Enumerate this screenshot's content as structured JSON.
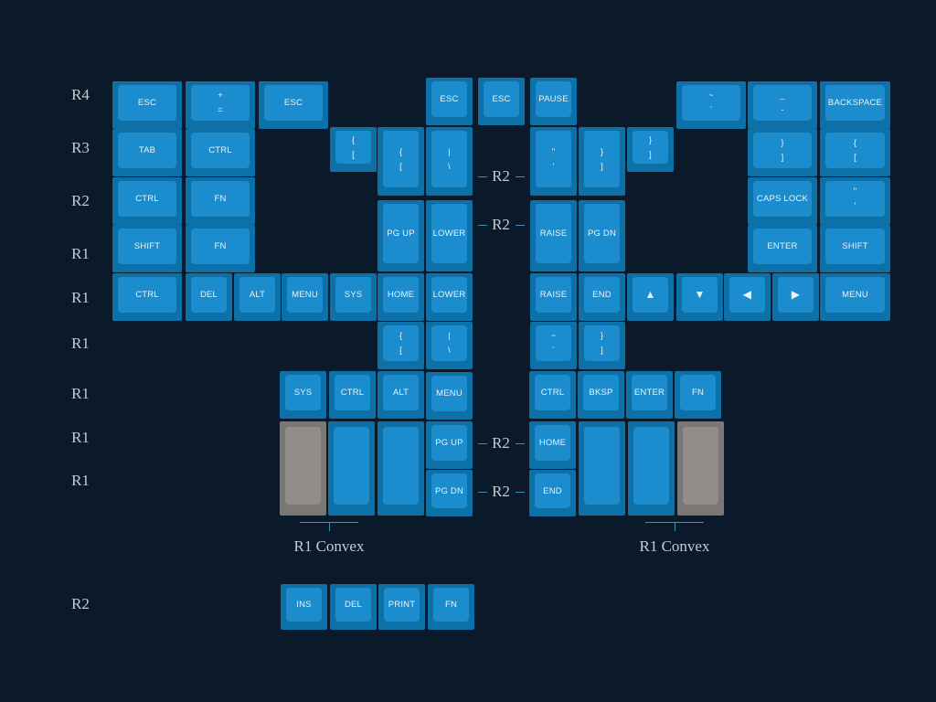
{
  "row_labels": [
    "R4",
    "R3",
    "R2",
    "R1",
    "R1",
    "R1",
    "R1",
    "R1",
    "R1",
    "R2"
  ],
  "mid_labels": [
    "R2",
    "R2",
    "R2",
    "R2"
  ],
  "convex_labels": [
    "R1 Convex",
    "R1 Convex"
  ],
  "keys": [
    {
      "id": "r4-esc-1",
      "l1": "ESC"
    },
    {
      "id": "r4-plus",
      "l1": "+",
      "l2": "="
    },
    {
      "id": "r4-esc-2",
      "l1": "ESC"
    },
    {
      "id": "r4-esc-3",
      "l1": "ESC"
    },
    {
      "id": "r4-esc-4",
      "l1": "ESC"
    },
    {
      "id": "r4-pause",
      "l1": "PAUSE"
    },
    {
      "id": "r4-tilde",
      "l1": "~",
      "l2": "`"
    },
    {
      "id": "r4-minus",
      "l1": "_",
      "l2": "-"
    },
    {
      "id": "r4-backspace",
      "l1": "BACKSPACE"
    },
    {
      "id": "r3-tab",
      "l1": "TAB"
    },
    {
      "id": "r3-ctrl",
      "l1": "CTRL"
    },
    {
      "id": "r3-lbrace-1",
      "l1": "{",
      "l2": "["
    },
    {
      "id": "r3-lbrace-2",
      "l1": "{",
      "l2": "["
    },
    {
      "id": "r3-pipe",
      "l1": "|",
      "l2": "\\"
    },
    {
      "id": "r3-quote",
      "l1": "\"",
      "l2": "'"
    },
    {
      "id": "r3-rbrace-1",
      "l1": "}",
      "l2": "]"
    },
    {
      "id": "r3-rbrace-2",
      "l1": "}",
      "l2": "]"
    },
    {
      "id": "r3-rbrace-3",
      "l1": "}",
      "l2": "]"
    },
    {
      "id": "r3-lbrace-3",
      "l1": "{",
      "l2": "["
    },
    {
      "id": "r2-ctrl",
      "l1": "CTRL"
    },
    {
      "id": "r2-fn",
      "l1": "FN"
    },
    {
      "id": "r2-caps",
      "l1": "CAPS LOCK"
    },
    {
      "id": "r2-quote",
      "l1": "\"",
      "l2": "'"
    },
    {
      "id": "r1a-shift-l",
      "l1": "SHIFT"
    },
    {
      "id": "r1a-fn",
      "l1": "FN"
    },
    {
      "id": "r1a-pgup",
      "l1": "PG UP"
    },
    {
      "id": "r1a-lower",
      "l1": "LOWER"
    },
    {
      "id": "r1a-raise",
      "l1": "RAISE"
    },
    {
      "id": "r1a-pgdn",
      "l1": "PG DN"
    },
    {
      "id": "r1a-enter",
      "l1": "ENTER"
    },
    {
      "id": "r1a-shift-r",
      "l1": "SHIFT"
    },
    {
      "id": "r1b-ctrl",
      "l1": "CTRL"
    },
    {
      "id": "r1b-del",
      "l1": "DEL"
    },
    {
      "id": "r1b-alt",
      "l1": "ALT"
    },
    {
      "id": "r1b-menu-l",
      "l1": "MENU"
    },
    {
      "id": "r1b-sys",
      "l1": "SYS"
    },
    {
      "id": "r1b-home",
      "l1": "HOME"
    },
    {
      "id": "r1b-lower",
      "l1": "LOWER"
    },
    {
      "id": "r1b-raise",
      "l1": "RAISE"
    },
    {
      "id": "r1b-end",
      "l1": "END"
    },
    {
      "id": "r1b-up",
      "l1": "▲",
      "arrow": true
    },
    {
      "id": "r1b-down",
      "l1": "▼",
      "arrow": true
    },
    {
      "id": "r1b-left",
      "l1": "◀",
      "arrow": true
    },
    {
      "id": "r1b-right",
      "l1": "▶",
      "arrow": true
    },
    {
      "id": "r1b-menu-r",
      "l1": "MENU"
    },
    {
      "id": "r1c-lbrace",
      "l1": "{",
      "l2": "["
    },
    {
      "id": "r1c-pipe",
      "l1": "|",
      "l2": "\\"
    },
    {
      "id": "r1c-tilde",
      "l1": "~",
      "l2": "`"
    },
    {
      "id": "r1c-rbrace",
      "l1": "}",
      "l2": "]"
    },
    {
      "id": "t1-sys",
      "l1": "SYS"
    },
    {
      "id": "t1-ctrl",
      "l1": "CTRL"
    },
    {
      "id": "t1-alt",
      "l1": "ALT"
    },
    {
      "id": "t1-menu",
      "l1": "MENU"
    },
    {
      "id": "t1-ctrl-r",
      "l1": "CTRL"
    },
    {
      "id": "t1-bksp",
      "l1": "BKSP"
    },
    {
      "id": "t1-enter",
      "l1": "ENTER"
    },
    {
      "id": "t1-fn",
      "l1": "FN"
    },
    {
      "id": "t2-grey-l",
      "l1": ""
    },
    {
      "id": "t2-blank-1",
      "l1": ""
    },
    {
      "id": "t2-blank-2",
      "l1": ""
    },
    {
      "id": "t2-pgup",
      "l1": "PG UP"
    },
    {
      "id": "t2-home",
      "l1": "HOME"
    },
    {
      "id": "t2-blank-3",
      "l1": ""
    },
    {
      "id": "t2-blank-4",
      "l1": ""
    },
    {
      "id": "t2-grey-r",
      "l1": ""
    },
    {
      "id": "t3-pgdn",
      "l1": "PG DN"
    },
    {
      "id": "t3-end",
      "l1": "END"
    },
    {
      "id": "x-ins",
      "l1": "INS"
    },
    {
      "id": "x-del",
      "l1": "DEL"
    },
    {
      "id": "x-print",
      "l1": "PRINT"
    },
    {
      "id": "x-fn",
      "l1": "FN"
    }
  ]
}
